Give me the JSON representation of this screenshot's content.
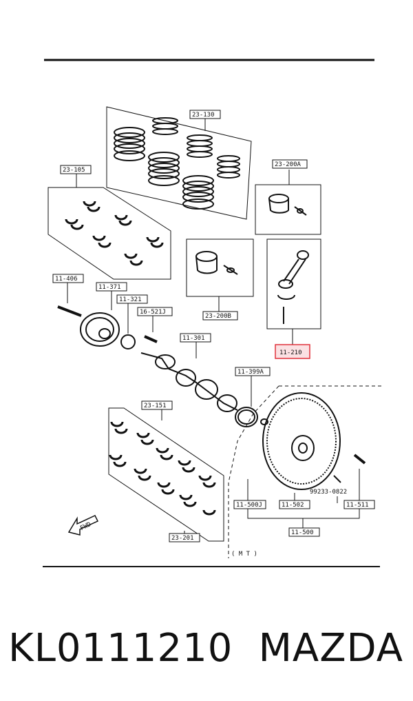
{
  "labels": {
    "l23_130": "23-130",
    "l23_105": "23-105",
    "l23_200a": "23-200A",
    "l23_200b": "23-200B",
    "l11_406": "11-406",
    "l11_371": "11-371",
    "l11_321": "11-321",
    "l16_521j": "16-521J",
    "l11_301": "11-301",
    "l11_210": "11-210",
    "l11_399a": "11-399A",
    "l23_151": "23-151",
    "l23_201": "23-201",
    "l11_500j": "11-500J",
    "l11_502": "11-502",
    "l11_511": "11-511",
    "l11_500": "11-500",
    "p99233": "99233-0822",
    "fwd": "FWD",
    "mt": "( M T )"
  },
  "caption": {
    "part_number": "KL0111210",
    "brand": "MAZDA"
  },
  "highlight_color": "#e0303a"
}
